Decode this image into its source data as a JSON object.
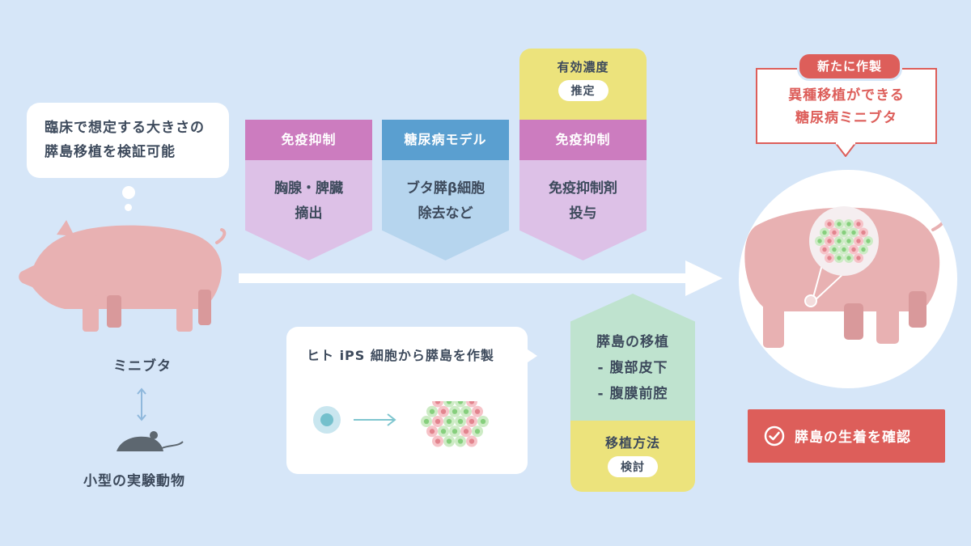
{
  "intro_bubble": {
    "line1": "臨床で想定する大きさの",
    "line2": "膵島移植を検証可能"
  },
  "left": {
    "minipig_label": "ミニブタ",
    "small_animal_label": "小型の実験動物"
  },
  "steps": [
    {
      "header": "免疫抑制",
      "line1": "胸腺・脾臓",
      "line2": "摘出"
    },
    {
      "header": "糖尿病モデル",
      "line1": "ブタ膵β細胞",
      "line2": "除去など"
    },
    {
      "header": "免疫抑制",
      "line1": "免疫抑制剤",
      "line2": "投与",
      "top_label": "有効濃度",
      "top_pill": "推定"
    }
  ],
  "ips_bubble": {
    "title": "ヒト iPS 細胞から膵島を作製"
  },
  "transplant": {
    "title": "膵島の移植",
    "item1": "- 腹部皮下",
    "item2": "- 腹膜前腔",
    "method_label": "移植方法",
    "method_pill": "検討"
  },
  "result": {
    "badge": "新たに作製",
    "line1": "異種移植ができる",
    "line2": "糖尿病ミニブタ",
    "confirm": "膵島の生着を確認"
  },
  "colors": {
    "background": "#d6e6f8",
    "purple_header": "#cc7cbf",
    "purple_body": "#ddc1e7",
    "blue_header": "#5a9fd0",
    "blue_body": "#b6d5ee",
    "yellow": "#ece37c",
    "green": "#bfe3cf",
    "red": "#dd5e5a",
    "pig": "#e8b1b2"
  }
}
